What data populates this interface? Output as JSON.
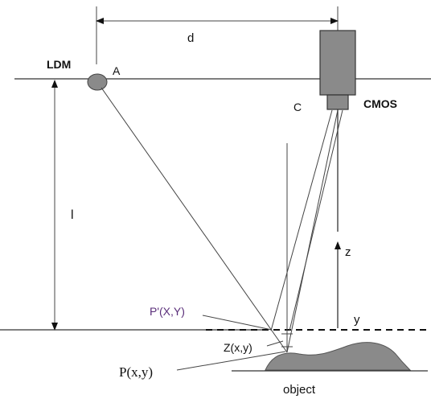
{
  "labels": {
    "ldm": "LDM",
    "a": "A",
    "d": "d",
    "c": "C",
    "cmos": "CMOS",
    "l": "l",
    "z_axis": "z",
    "y_axis": "y",
    "p_prime": "P'(X,Y)",
    "z_xy": "Z(x,y)",
    "p_xy": "P(x,y)",
    "object": "object"
  },
  "colors": {
    "p_prime_label": "#5a2e7a",
    "camera_body": "#8a8a8a",
    "line": "#333333"
  }
}
